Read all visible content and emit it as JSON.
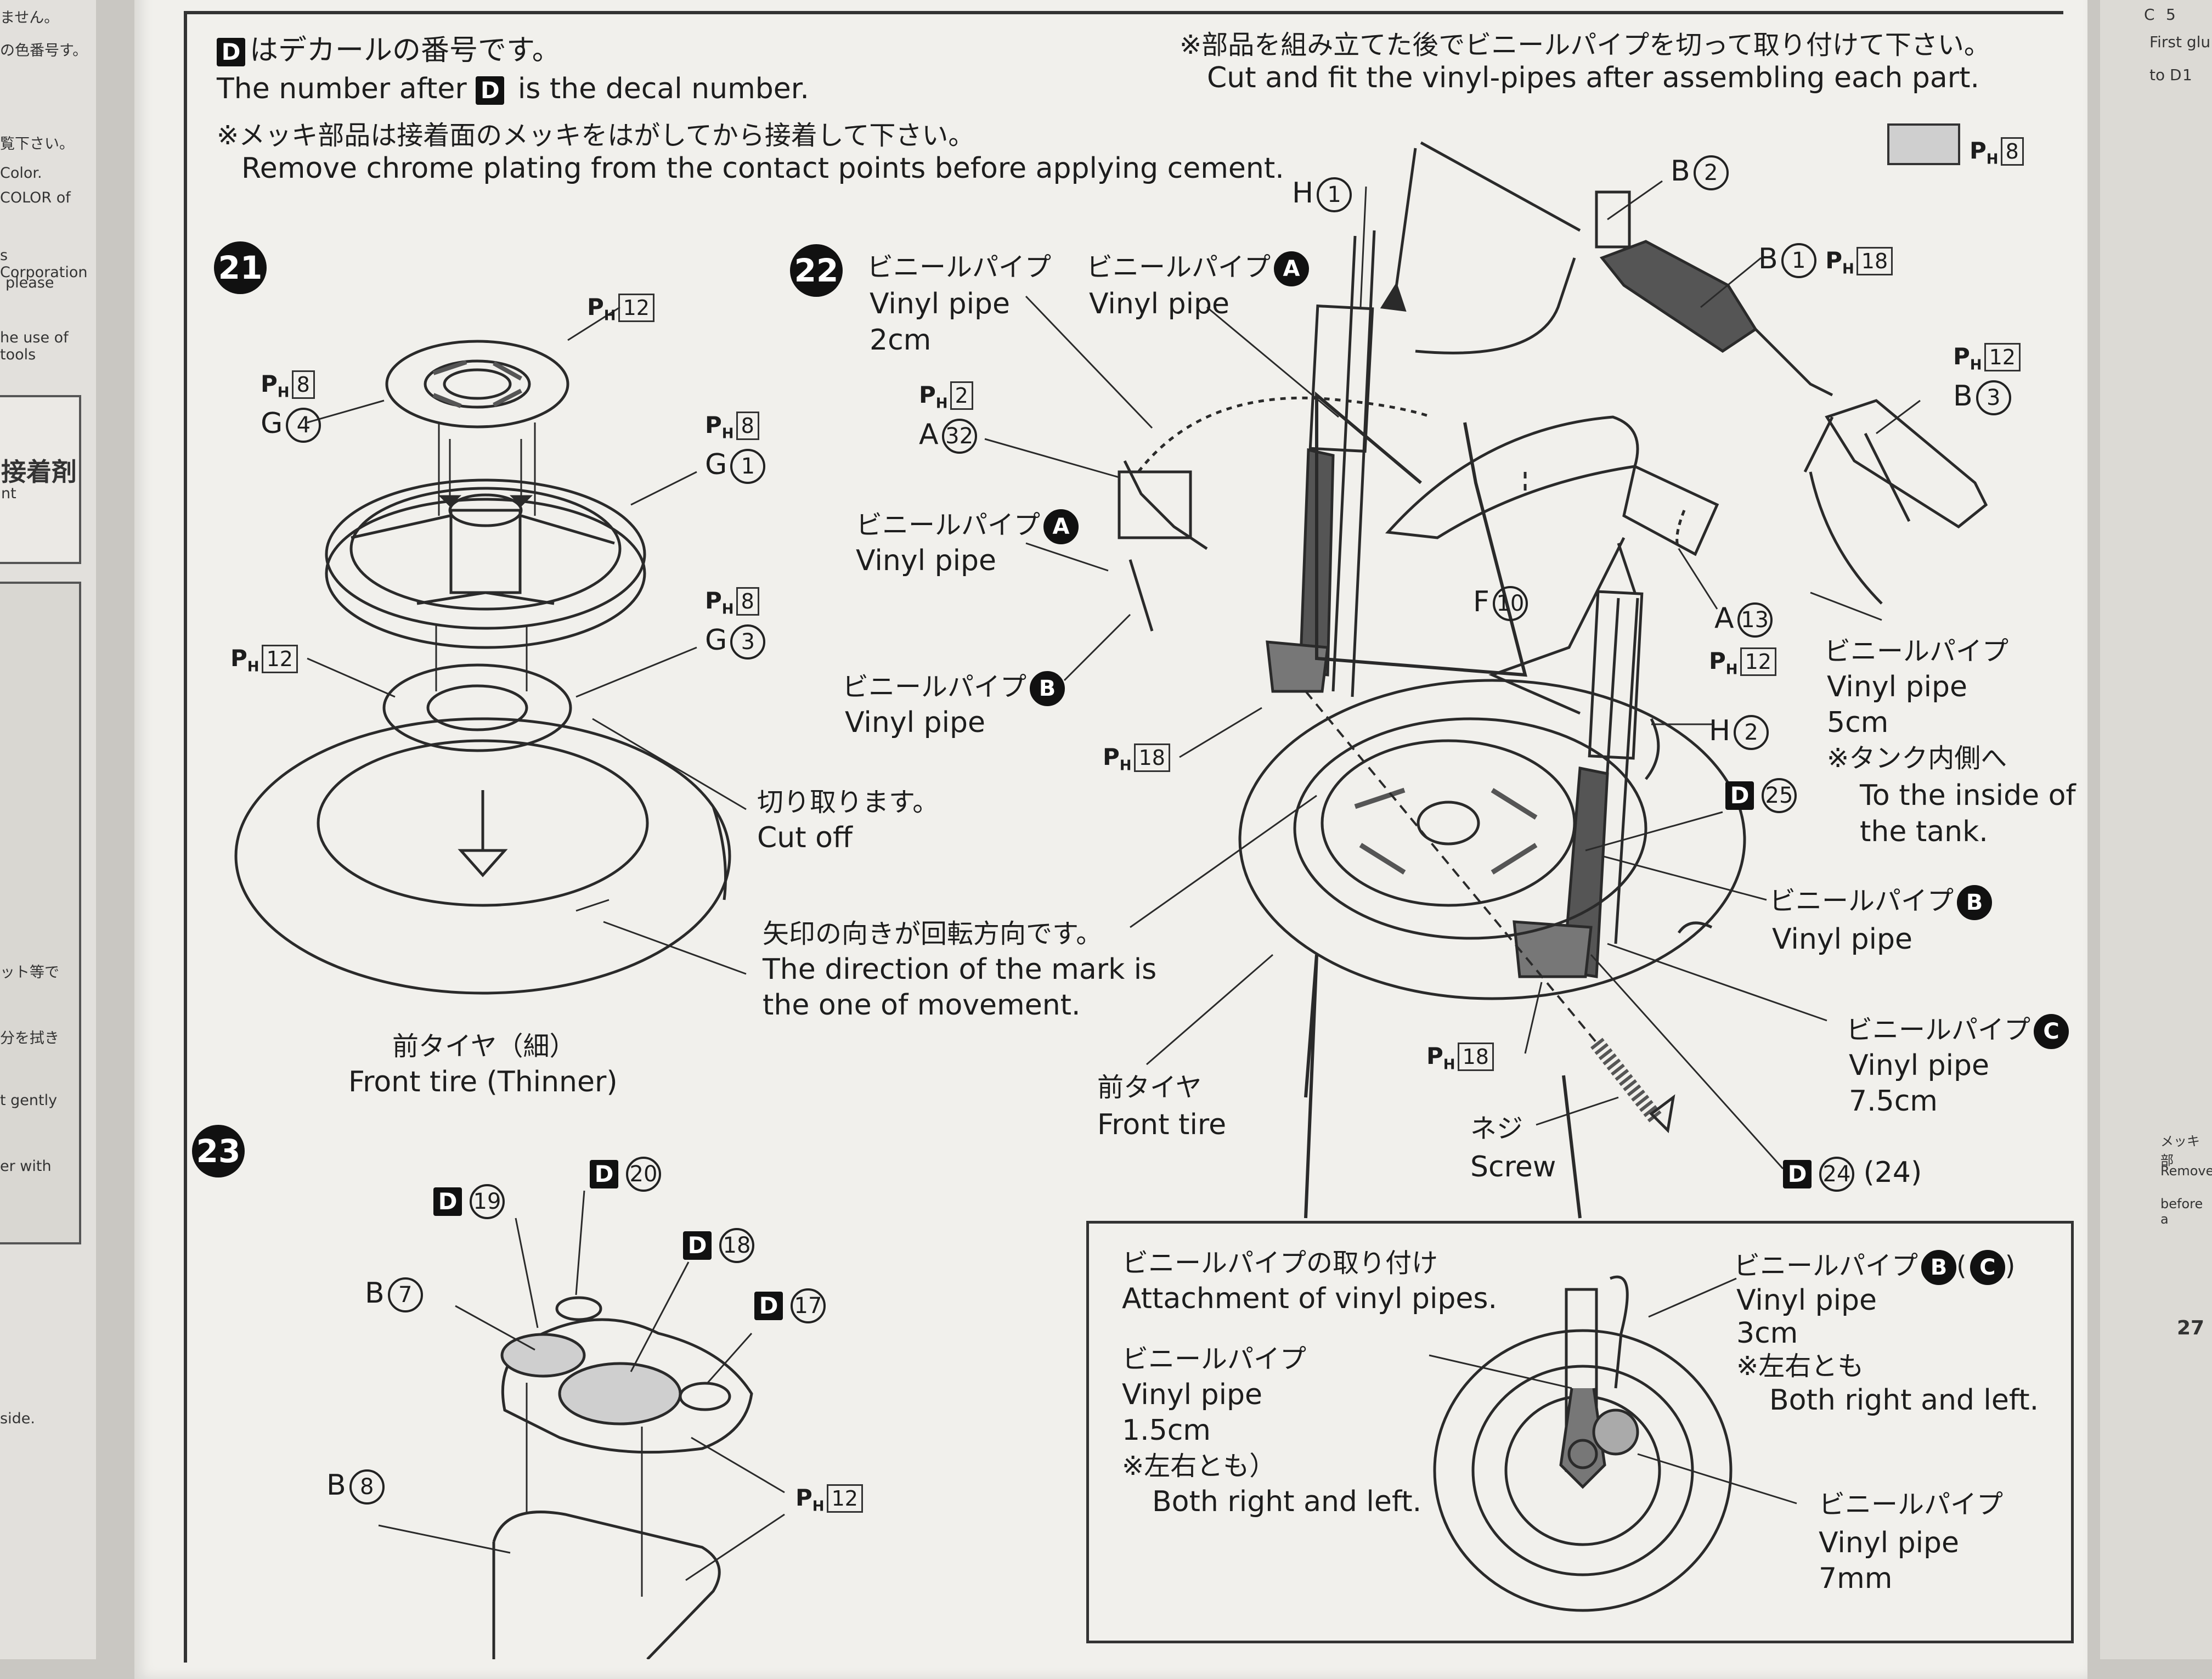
{
  "header": {
    "decal_note_jp": "はデカールの番号です。",
    "decal_note_letter": "D",
    "decal_note_en_before": "The number after",
    "decal_note_en_after": "is the decal number.",
    "chrome_note_jp": "※メッキ部品は接着面のメッキをはがしてから接着して下さい。",
    "chrome_note_en": "Remove chrome plating from the contact points before applying cement.",
    "vinyl_note_jp": "※部品を組み立てた後でビニールパイプを切って取り付けて下さい。",
    "vinyl_note_en": "Cut and fit the vinyl-pipes after assembling each part."
  },
  "paint_swatch": {
    "code": "8",
    "color": "#cfcfcf"
  },
  "steps": [
    {
      "number": "21"
    },
    {
      "number": "22"
    },
    {
      "number": "23"
    }
  ],
  "labels": {
    "s21_ph12_top": "12",
    "s21_ph8_a": "8",
    "s21_g4": "G",
    "s21_g4_num": "4",
    "s21_ph8_b": "8",
    "s21_g1": "G",
    "s21_g1_num": "1",
    "s21_ph8_c": "8",
    "s21_g3": "G",
    "s21_g3_num": "3",
    "s21_ph12_bottom": "12",
    "s21_cut_jp": "切り取ります。",
    "s21_cut_en": "Cut off",
    "s21_arrow_jp": "矢印の向きが回転方向です。",
    "s21_arrow_en1": "The direction of the mark is",
    "s21_arrow_en2": "the one of movement.",
    "s21_tire_jp": "前タイヤ（細）",
    "s21_tire_en": "Front tire (Thinner)",
    "s22_pipe_jp": "ビニールパイプ",
    "s22_pipe_en": "Vinyl pipe",
    "s22_pipe_2cm": "2cm",
    "s22_pipeA_jp": "ビニールパイプ",
    "s22_pipeA_letter": "A",
    "s22_pipeA_en": "Vinyl pipe",
    "s22_ph2": "2",
    "s22_a32": "A",
    "s22_a32_num": "32",
    "s22_pipeA2_jp": "ビニールパイプ",
    "s22_pipeA2_letter": "A",
    "s22_pipeA2_en": "Vinyl pipe",
    "s22_pipeB_jp": "ビニールパイプ",
    "s22_pipeB_letter": "B",
    "s22_pipeB_en": "Vinyl pipe",
    "s22_ph18_left": "18",
    "s22_h1": "H",
    "s22_h1_num": "1",
    "s22_b2": "B",
    "s22_b2_num": "2",
    "s22_b1": "B",
    "s22_b1_num": "1",
    "s22_b1_ph": "18",
    "s22_ph12_right": "12",
    "s22_b3": "B",
    "s22_b3_num": "3",
    "s22_f10": "F",
    "s22_f10_num": "10",
    "s22_a13": "A",
    "s22_a13_num": "13",
    "s22_ph12_a13": "12",
    "s22_h2": "H",
    "s22_h2_num": "2",
    "s22_pipe5_jp": "ビニールパイプ",
    "s22_pipe5_en": "Vinyl pipe",
    "s22_pipe5_len": "5cm",
    "s22_tank_jp": "※タンク内側へ",
    "s22_tank_en1": "To the inside of",
    "s22_tank_en2": "the tank.",
    "s22_d25": "D",
    "s22_d25_num": "25",
    "s22_pipeB2_jp": "ビニールパイプ",
    "s22_pipeB2_letter": "B",
    "s22_pipeB2_en": "Vinyl pipe",
    "s22_pipeC_jp": "ビニールパイプ",
    "s22_pipeC_letter": "C",
    "s22_pipeC_en": "Vinyl pipe",
    "s22_pipeC_len": "7.5cm",
    "s22_ph18_right": "18",
    "s22_screw_jp": "ネジ",
    "s22_screw_en": "Screw",
    "s22_d24": "D",
    "s22_d24_num": "24",
    "s22_d24_paren": "(24)",
    "s22_tire_jp": "前タイヤ",
    "s22_tire_en": "Front tire",
    "s23_d19": "D",
    "s23_d19_num": "19",
    "s23_d20": "D",
    "s23_d20_num": "20",
    "s23_d18": "D",
    "s23_d18_num": "18",
    "s23_d17": "D",
    "s23_d17_num": "17",
    "s23_b7": "B",
    "s23_b7_num": "7",
    "s23_b8": "B",
    "s23_b8_num": "8",
    "s23_ph12": "12"
  },
  "inset": {
    "title_jp": "ビニールパイプの取り付け",
    "title_en": "Attachment of vinyl pipes.",
    "pipeBC_jp": "ビニールパイプ",
    "pipeBC_letter1": "B",
    "pipeBC_letter2": "C",
    "pipeBC_en": "Vinyl pipe",
    "pipeBC_len": "3cm",
    "pipeBC_note_jp": "※左右とも",
    "pipeBC_note_en": "Both right and left.",
    "pipe15_jp": "ビニールパイプ",
    "pipe15_en": "Vinyl pipe",
    "pipe15_len": "1.5cm",
    "pipe15_note_jp": "※左右とも）",
    "pipe15_note_en": "Both right and left.",
    "pipe7_jp": "ビニールパイプ",
    "pipe7_en": "Vinyl pipe",
    "pipe7_len": "7mm"
  },
  "edges": {
    "left": [
      "ません。",
      "の色番号す。",
      "覧下さい。",
      "Color.",
      "COLOR of",
      "s Corporation",
      "please",
      "he use of tools",
      "接着剤",
      "nt",
      "ット等で",
      "分を拭き",
      "t gently",
      "er with",
      "side."
    ],
    "right": [
      "C",
      "5",
      "First glu",
      "to D",
      "1",
      "メッキ部",
      "Remove",
      "before a",
      "27"
    ]
  }
}
